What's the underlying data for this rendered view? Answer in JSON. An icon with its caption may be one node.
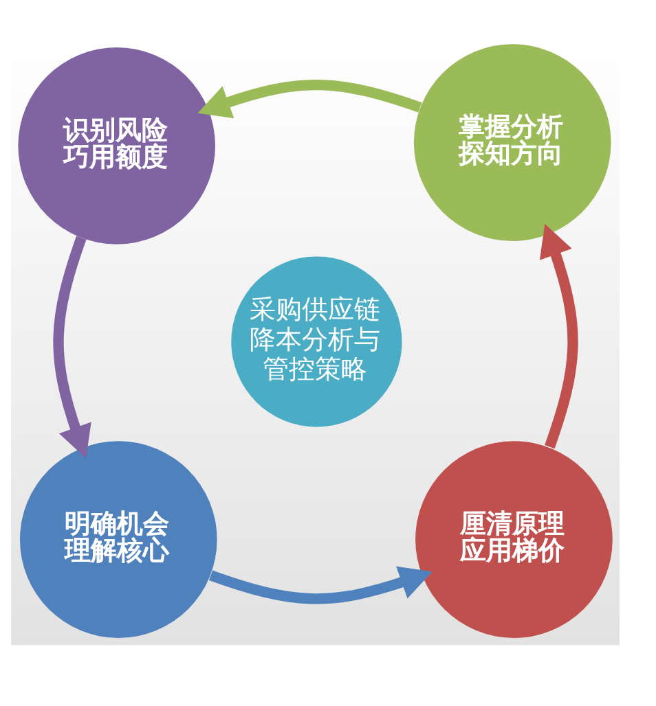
{
  "diagram": {
    "nodes": [
      {
        "text": [
          "明确机会理解核心"
        ]
      },
      {
        "text": [
          "厘清原理应用梯价"
        ]
      },
      {
        "text": [
          "采购供应链降本分析与管控策略"
        ]
      },
      {
        "text": [
          "识别风险巧用额度"
        ]
      },
      {
        "text": [
          "掌握分析探知方向"
        ]
      }
    ],
    "edges": [
      {
        "from": 0,
        "to": 1,
        "arrow": "to",
        "color": "#4f81bd"
      },
      {
        "from": 1,
        "to": 4,
        "arrow": "to",
        "color": "#c0504d"
      },
      {
        "from": 4,
        "to": 3,
        "arrow": "to",
        "color": "#9bbb59"
      },
      {
        "from": 3,
        "to": 0,
        "arrow": "to",
        "color": "#8064a2"
      }
    ]
  }
}
